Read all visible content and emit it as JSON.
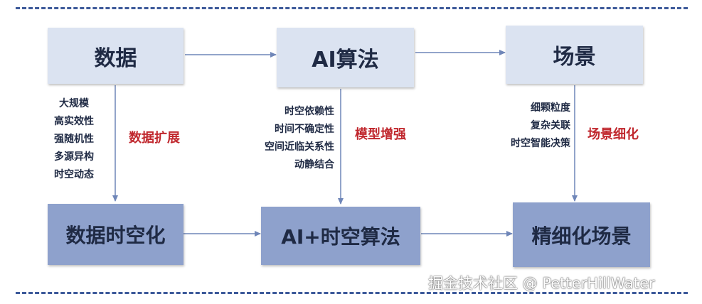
{
  "top_row": {
    "data": "数据",
    "algorithm": "AI算法",
    "scene": "场景"
  },
  "bottom_row": {
    "data": "数据时空化",
    "algorithm": "AI+时空算法",
    "scene": "精细化场景"
  },
  "data_features": [
    "大规模",
    "高实效性",
    "强随机性",
    "多源异构",
    "时空动态"
  ],
  "algorithm_features": [
    "时空依赖性",
    "时间不确定性",
    "空间近临关系性",
    "动静结合"
  ],
  "scene_features": [
    "细颗粒度",
    "复杂关联",
    "时空智能决策"
  ],
  "labels": {
    "data_expand": "数据扩展",
    "model_enhance": "模型增强",
    "scene_refine": "场景细化"
  },
  "colors": {
    "top_box": "#dbe3f1",
    "bottom_box": "#8ea1cc",
    "arrow": "#6f86b8",
    "dash": "#3d5a9a",
    "label_red": "#c0272d"
  },
  "watermark": "掘金技术社区 @ PetterHillWater"
}
